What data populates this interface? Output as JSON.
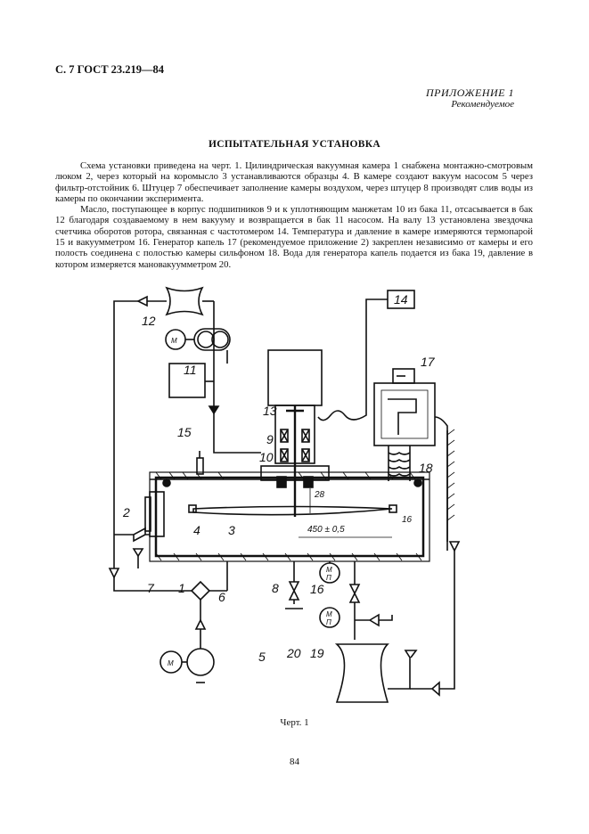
{
  "header": {
    "doc_ref": "С. 7 ГОСТ 23.219—84"
  },
  "appendix": {
    "label": "ПРИЛОЖЕНИЕ 1",
    "status": "Рекомендуемое"
  },
  "section": {
    "title": "ИСПЫТАТЕЛЬНАЯ УСТАНОВКА"
  },
  "body": {
    "paragraphs": [
      "Схема установки приведена на черт. 1. Цилиндрическая вакуумная камера 1 снабжена монтажно-смотровым люком 2, через который на коромысло 3 устанавливаются образцы 4. В камере создают вакуум насосом 5 через фильтр-отстойник 6. Штуцер 7 обеспечивает заполнение камеры воздухом, через штуцер 8 производят слив воды из камеры по окончании эксперимента.",
      "Масло, поступающее в корпус подшипников 9 и к уплотняющим манжетам 10 из бака 11, отсасывается в бак 12 благодаря создаваемому в нем вакууму и возвращается в бак 11 насосом. На валу 13 установлена звездочка счетчика оборотов ротора, связанная с частотомером 14. Температура и давление в камере измеряются термопарой 15 и вакуумметром 16. Генератор капель 17 (рекомендуемое приложение 2) закреплен независимо от камеры и его полость соединена с полостью камеры сильфоном 18. Вода для генератора капель подается из бака 19, давление в котором измеряется мановакуумметром 20."
    ]
  },
  "diagram": {
    "callouts": [
      "1",
      "2",
      "3",
      "4",
      "5",
      "6",
      "7",
      "8",
      "9",
      "10",
      "11",
      "12",
      "13",
      "14",
      "15",
      "16",
      "17",
      "18",
      "19",
      "20"
    ],
    "gauge_letters": [
      "М",
      "П"
    ],
    "motor_letter": "М",
    "dimensions": {
      "arm_span": "450 ± 0,5",
      "gap_a": "28",
      "gap_b": "16"
    }
  },
  "caption": "Черт. 1",
  "footer": {
    "page_number": "84"
  }
}
